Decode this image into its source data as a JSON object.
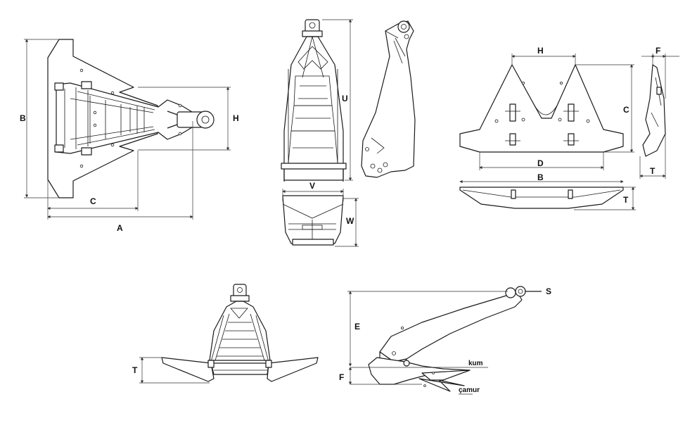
{
  "labels": {
    "top_view": {
      "b": "B",
      "h": "H",
      "c": "C",
      "a": "A"
    },
    "front_view": {
      "u": "U",
      "v": "V",
      "w": "W"
    },
    "fluke_top": {
      "h": "H",
      "c": "C",
      "d": "D",
      "b": "B",
      "t": "T"
    },
    "fluke_side": {
      "f": "F",
      "t": "T"
    },
    "front_low": {
      "t": "T"
    },
    "side_view": {
      "s": "S",
      "e": "E",
      "f": "F",
      "kum": "kum",
      "camur": "çamur"
    }
  },
  "colors": {
    "line": "#1a1a1a",
    "background": "#ffffff"
  }
}
